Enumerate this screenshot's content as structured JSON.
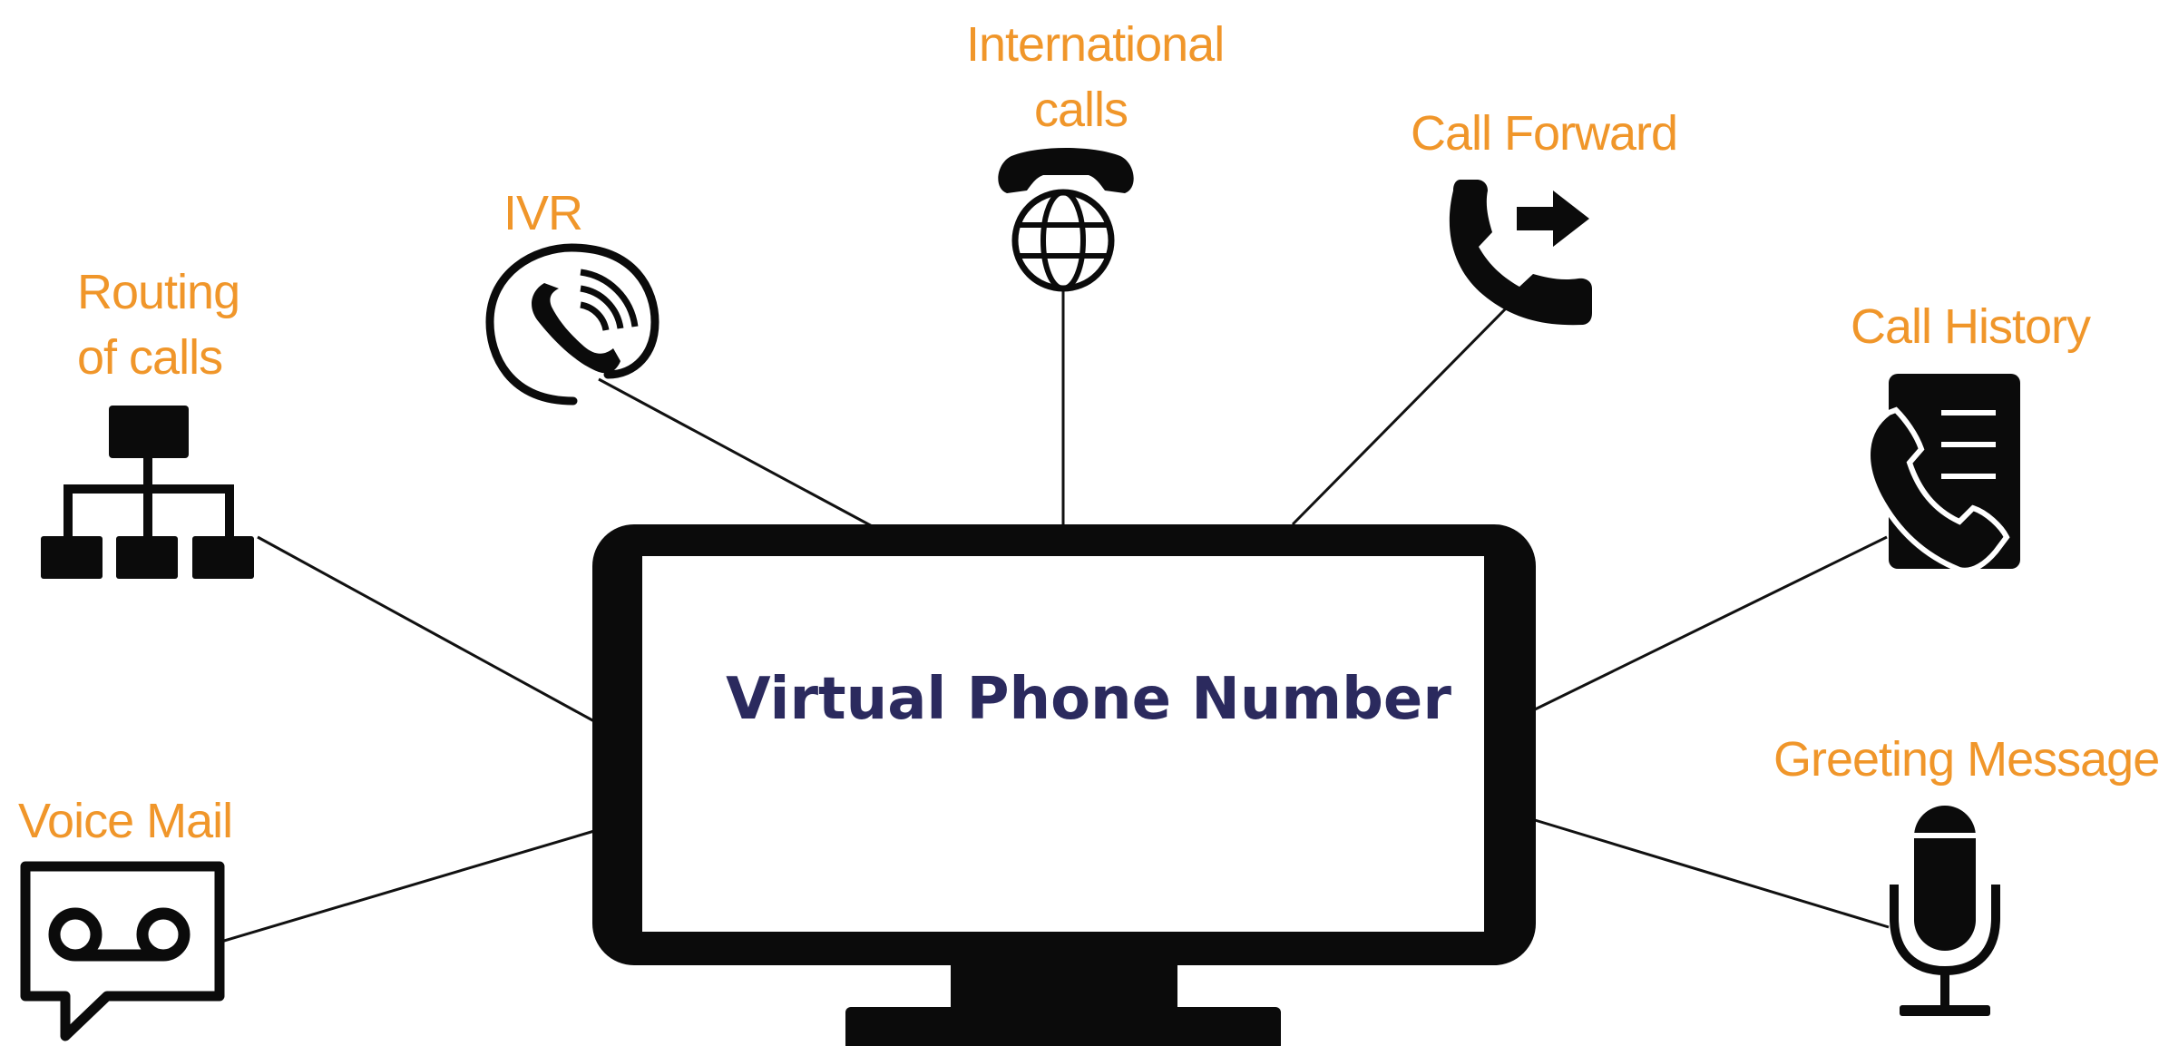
{
  "center": {
    "title": "Virtual Phone Number"
  },
  "features": {
    "routing": {
      "line1": "Routing",
      "line2": "of calls",
      "icon": "org-chart-icon"
    },
    "ivr": {
      "label": "IVR",
      "icon": "ivr-phone-icon"
    },
    "international": {
      "line1": "International",
      "line2": "calls",
      "icon": "globe-phone-icon"
    },
    "forward": {
      "label": "Call Forward",
      "icon": "call-forward-icon"
    },
    "history": {
      "label": "Call History",
      "icon": "call-history-icon"
    },
    "greeting": {
      "label": "Greeting Messages",
      "icon": "microphone-icon"
    },
    "voicemail": {
      "label": "Voice Mail",
      "icon": "voicemail-icon"
    }
  },
  "colors": {
    "label": "#F0962A",
    "title": "#2B2A5E",
    "ink": "#111111"
  }
}
